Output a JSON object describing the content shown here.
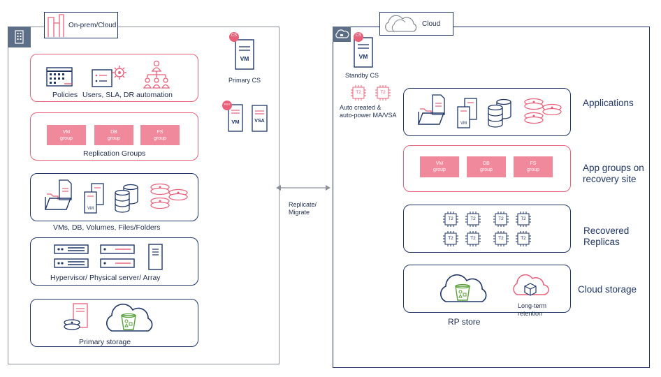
{
  "onprem": {
    "title": "On-prem/Cloud",
    "policies_label": "Policies",
    "users_label": "Users, SLA, DR automation",
    "replication_groups_label": "Replication  Groups",
    "groups": [
      {
        "line1": "VM",
        "line2": "group"
      },
      {
        "line1": "DB",
        "line2": "group"
      },
      {
        "line1": "FS",
        "line2": "group"
      }
    ],
    "data_label": "VMs, DB, Volumes, Files/Folders",
    "infra_label": "Hypervisor/ Physical server/ Array",
    "storage_label": "Primary  storage",
    "cs_badge": "CS",
    "vm_text": "VM",
    "primary_cs_label": "Primary  CS",
    "pxy_badge": "PXY",
    "vsa_text": "VSA"
  },
  "link": {
    "line1": "Replicate/",
    "line2": "Migrate"
  },
  "cloud": {
    "title": "Cloud",
    "cs_badge": "CS",
    "vm_text": "VM",
    "standby_label": "Standby  CS",
    "t2": "T2",
    "auto_line1": "Auto created &",
    "auto_line2": "auto-power MA/VSA",
    "applications_label": "Applications",
    "app_groups_line1": "App groups on",
    "app_groups_line2": "recovery site",
    "groups": [
      {
        "line1": "VM",
        "line2": "group"
      },
      {
        "line1": "DB",
        "line2": "group"
      },
      {
        "line1": "FS",
        "line2": "group"
      }
    ],
    "recovered_line1": "Recovered",
    "recovered_line2": "Replicas",
    "cloud_storage_label": "Cloud storage",
    "rp_store_label": "RP store",
    "longterm_line1": "Long-term",
    "longterm_line2": "retention"
  },
  "colors": {
    "navy": "#1f3566",
    "pink": "#e8607a",
    "chip_pink": "#f0899c",
    "green": "#5aa13a",
    "grey_border": "#8a8f98"
  }
}
